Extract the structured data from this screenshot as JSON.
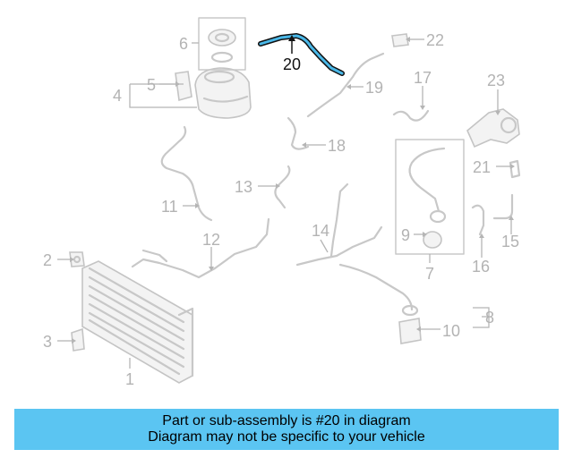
{
  "diagram": {
    "callouts": {
      "c1": "1",
      "c2": "2",
      "c3": "3",
      "c4": "4",
      "c5": "5",
      "c6": "6",
      "c7": "7",
      "c8": "8",
      "c9": "9",
      "c10": "10",
      "c11": "11",
      "c12": "12",
      "c13": "13",
      "c14": "14",
      "c15": "15",
      "c16": "16",
      "c17": "17",
      "c18": "18",
      "c19": "19",
      "c20": "20",
      "c21": "21",
      "c22": "22",
      "c23": "23"
    },
    "highlighted_part": "20",
    "highlight_color": "#4ab8e8",
    "part_color": "#c8c8c8"
  },
  "banner": {
    "line1": "Part or sub-assembly is #20 in diagram",
    "line2": "Diagram may not be specific to your vehicle",
    "background": "#5bc5f2"
  }
}
